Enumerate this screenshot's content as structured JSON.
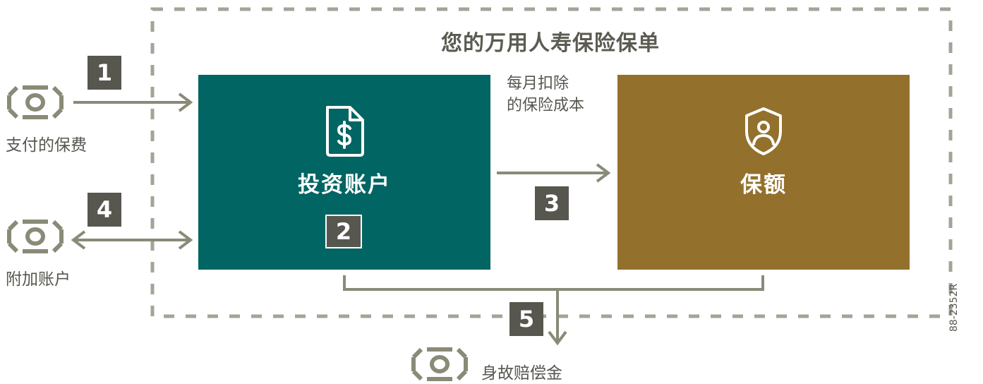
{
  "diagram": {
    "title": "您的万用人寿保险保单",
    "investment_account": {
      "label": "投资账户",
      "icon": "dollar-document-icon",
      "step": "2"
    },
    "death_benefit": {
      "label": "保额",
      "icon": "shield-person-icon"
    },
    "monthly_deduction": {
      "line1": "每月扣除",
      "line2": "的保险成本"
    },
    "premiums": {
      "label": "支付的保费",
      "step": "1"
    },
    "additional_account": {
      "label": "附加账户",
      "step": "4"
    },
    "transfer_step": "3",
    "death_payout": {
      "label": "身故赔偿金",
      "step": "5"
    },
    "doc_id": "88-2352R",
    "colors": {
      "teal": "#006563",
      "gold": "#93712c",
      "gray": "#8a8a78",
      "dark_badge": "#57564f"
    }
  }
}
